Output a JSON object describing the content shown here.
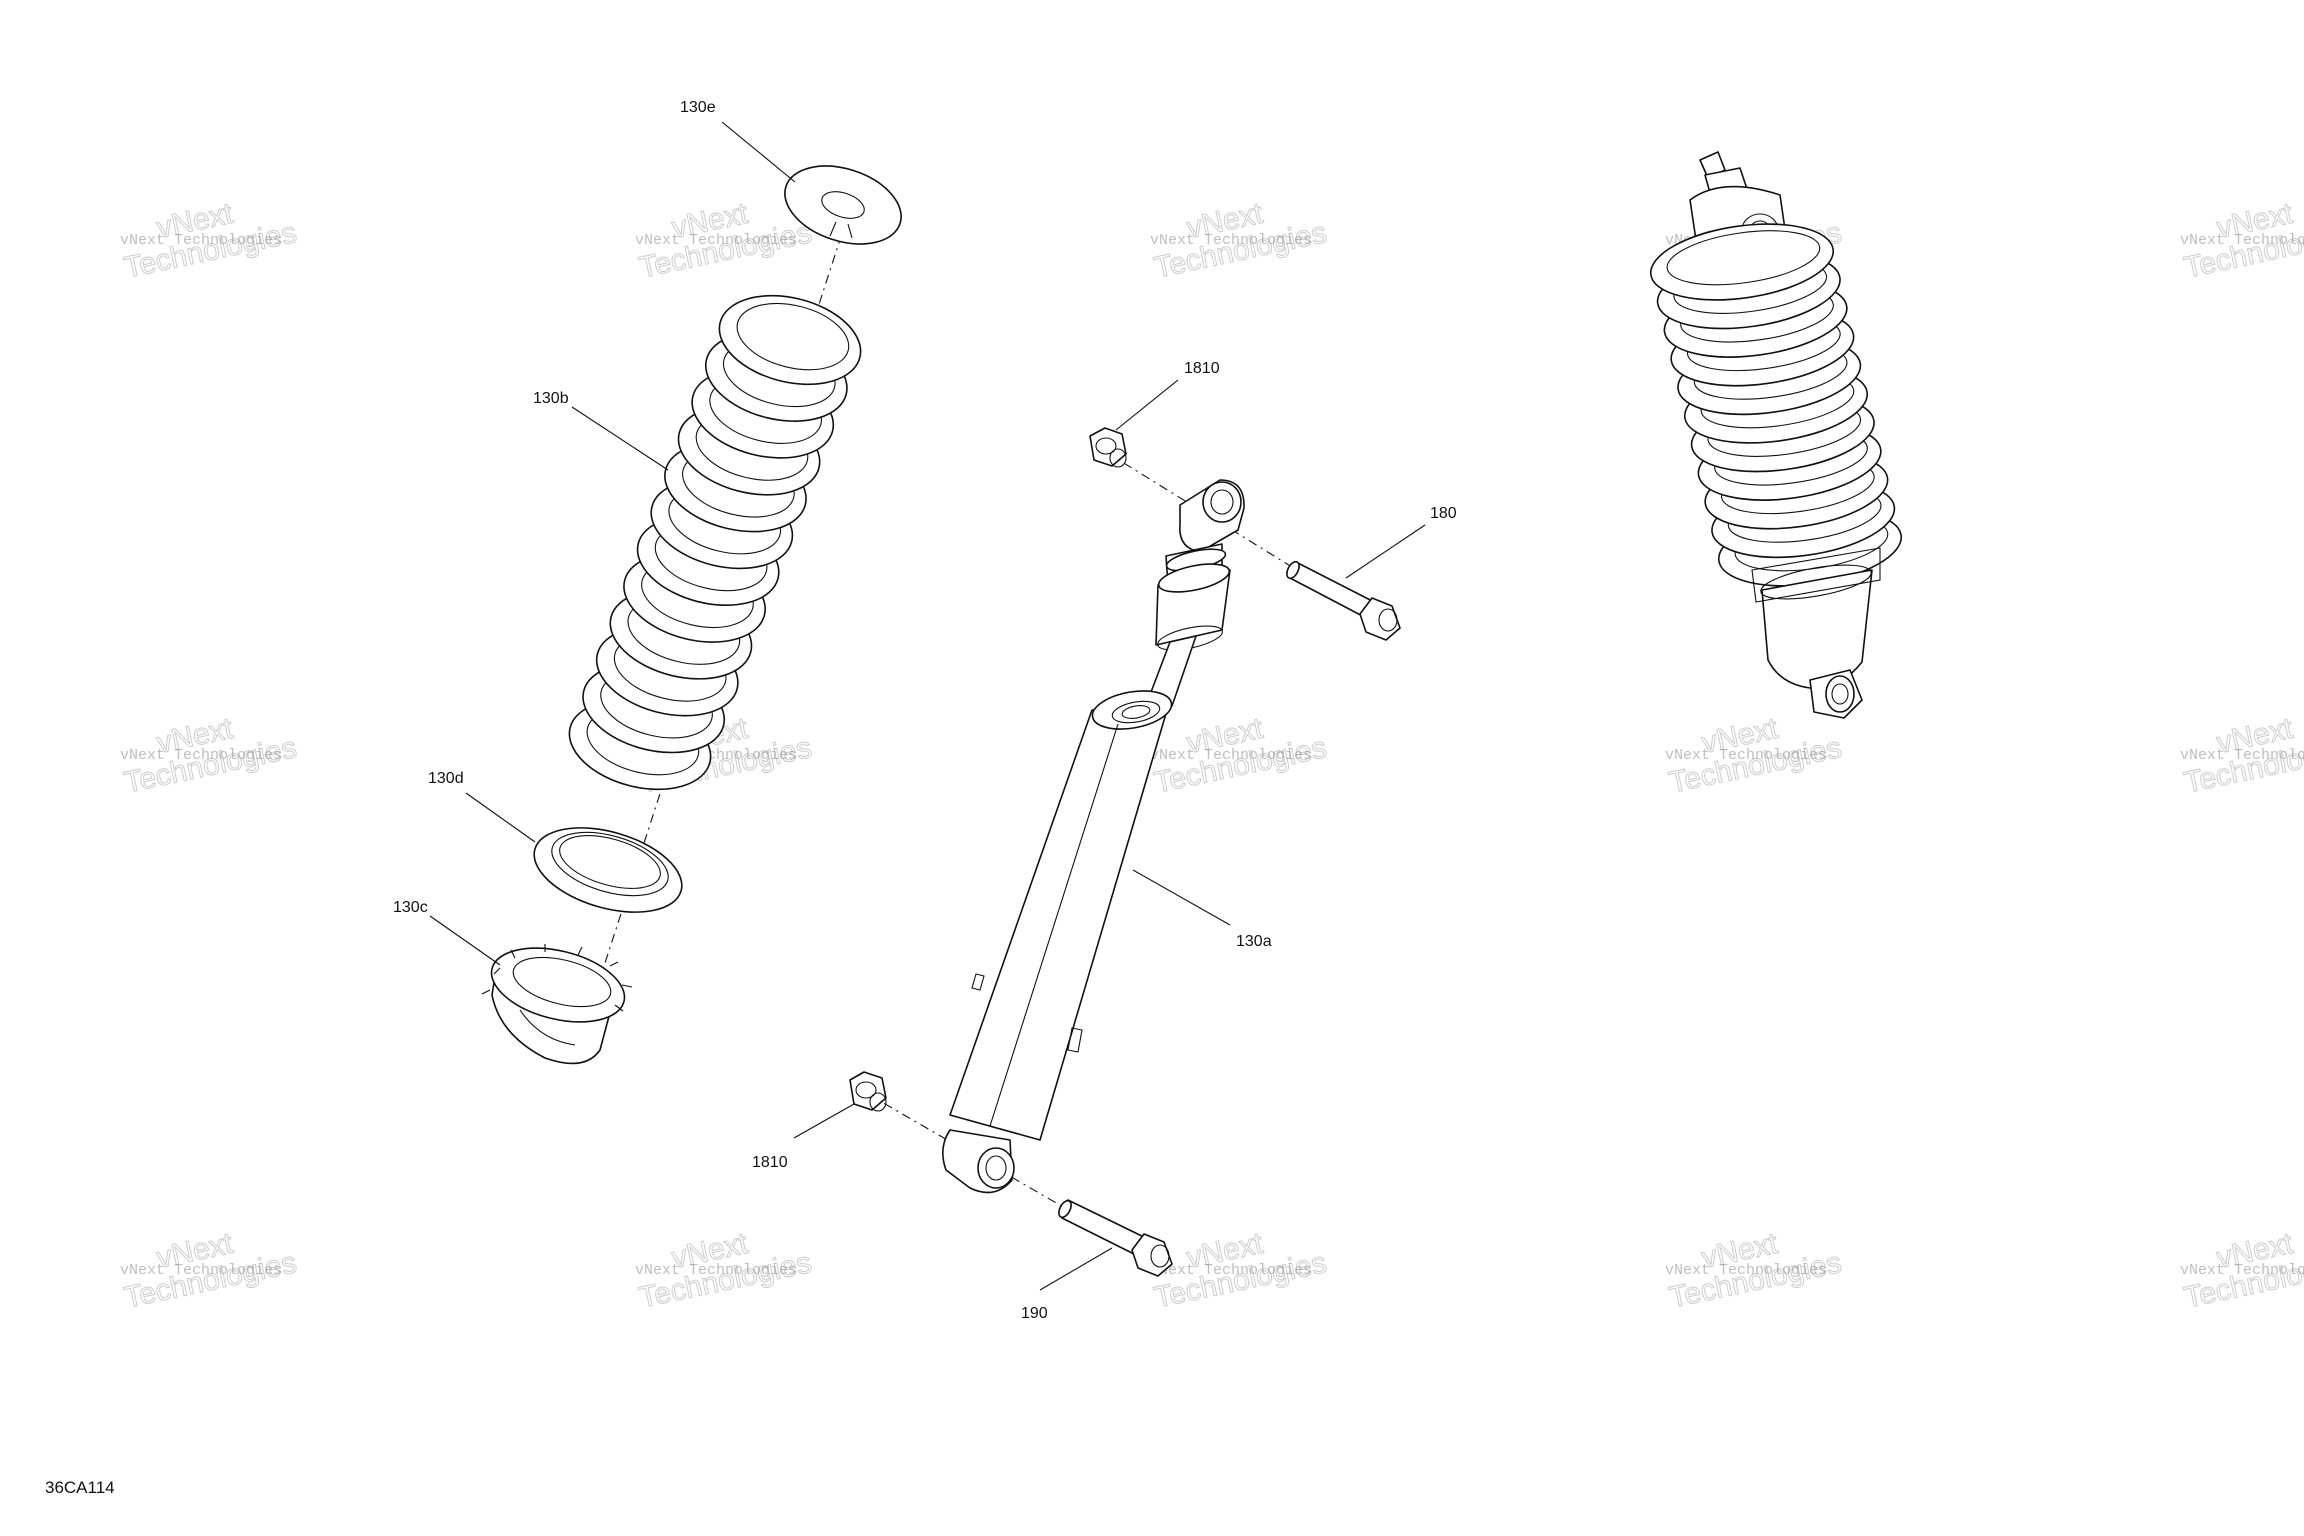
{
  "callouts": {
    "c130e": "130e",
    "c130b": "130b",
    "c130d": "130d",
    "c130c": "130c",
    "c1810_top": "1810",
    "c180": "180",
    "c130a": "130a",
    "c1810_bottom": "1810",
    "c190": "190"
  },
  "figure_id": "36CA114",
  "watermark": {
    "line1": "vNext Technologies",
    "big_line1": "vNext",
    "big_line2": "Technologies"
  }
}
